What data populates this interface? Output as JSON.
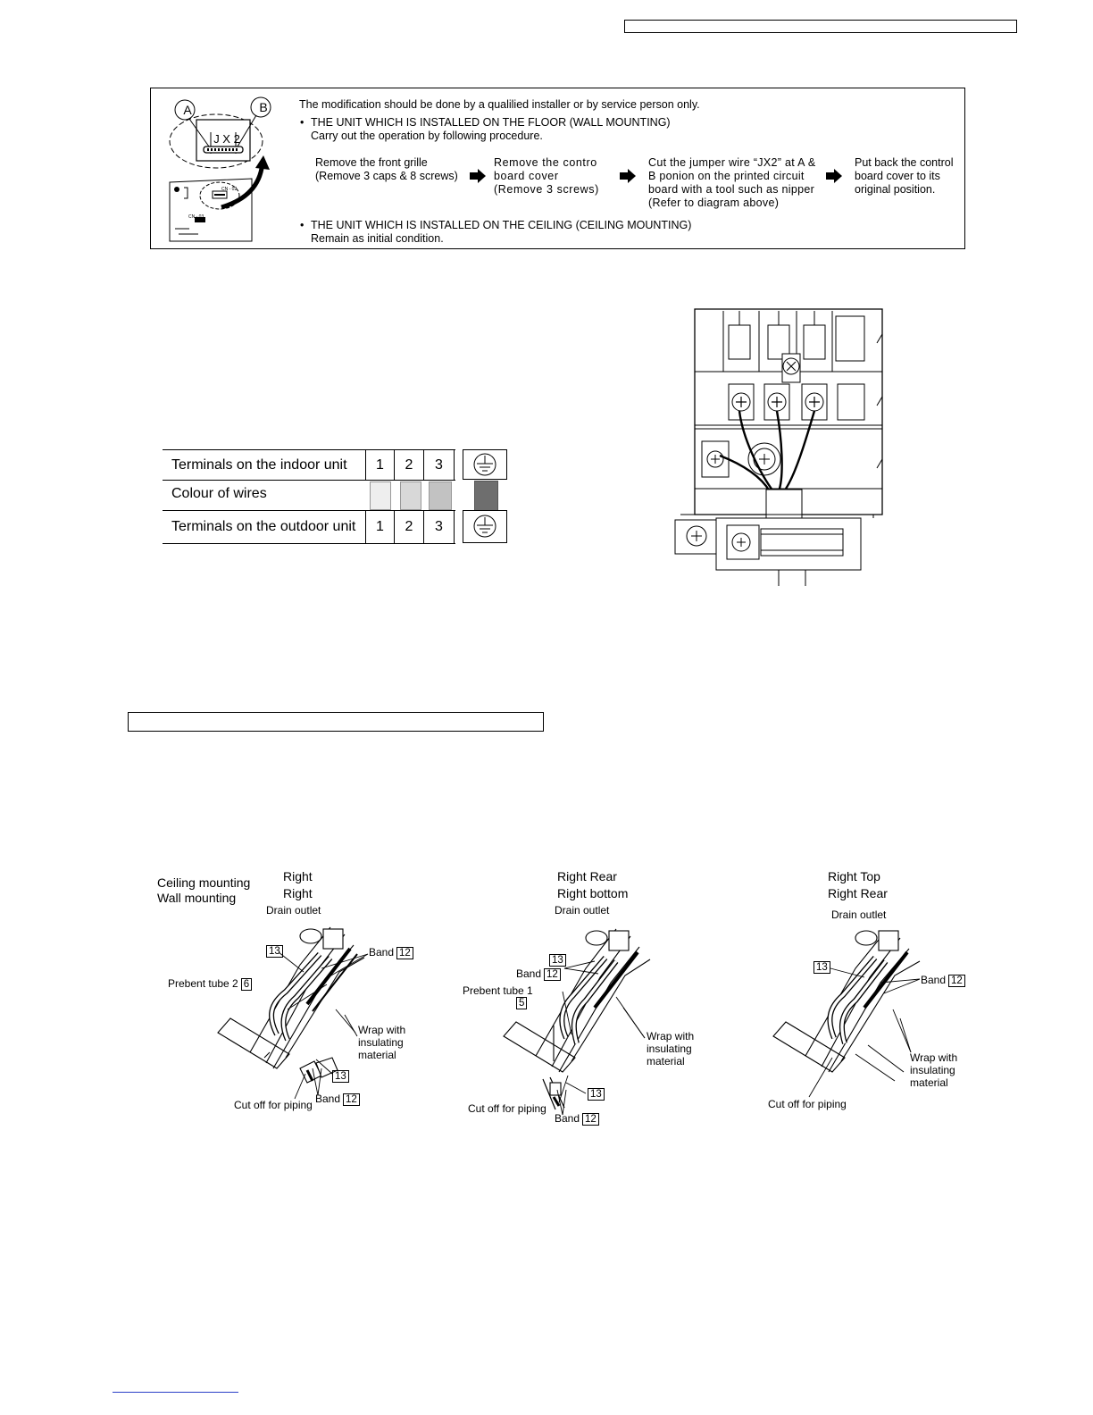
{
  "modification": {
    "intro": "The modification should be done by a qualilied installer or by service person only.",
    "floor_heading": "THE UNIT WHICH IS INSTALLED ON THE FLOOR (WALL MOUNTING)",
    "floor_sub": "Carry out the operation by following procedure.",
    "steps": [
      [
        "Remove the front grille",
        "(Remove 3 caps & 8 screws)"
      ],
      [
        "Remove the contro",
        "board cover",
        "(Remove 3 screws)"
      ],
      [
        "Cut the jumper wire “JX2” at A &",
        "B ponion on the printed circuit",
        "board with a tool such as nipper",
        "(Refer to diagram above)"
      ],
      [
        "Put back the control",
        "board cover to its",
        "original position."
      ]
    ],
    "ceiling_heading": "THE UNIT WHICH IS INSTALLED ON THE CEILING (CEILING MOUNTING)",
    "ceiling_sub": "Remain as initial condition.",
    "bullet": "•",
    "diagram": {
      "label_a": "A",
      "label_b": "B",
      "jumper": "J X 2",
      "pcb_cn1": "CN - 02",
      "pcb_cn2": "CN - 03"
    }
  },
  "terminal_table": {
    "row_indoor": "Terminals on the indoor unit",
    "row_colour": "Colour of wires",
    "row_outdoor": "Terminals on the outdoor unit",
    "numbers": [
      "1",
      "2",
      "3"
    ],
    "wire_colors": [
      "#eeeeee",
      "#d8d8d8",
      "#c2c2c2"
    ],
    "earth_color": "#6e6e6e"
  },
  "piping": {
    "ceiling_label": "Ceiling mounting",
    "wall_label": "Wall mounting",
    "panels": [
      {
        "ceiling_dir": "Right",
        "wall_dir": "Right"
      },
      {
        "ceiling_dir": "Right Rear",
        "wall_dir": "Right bottom"
      },
      {
        "ceiling_dir": "Right Top",
        "wall_dir": "Right Rear"
      }
    ],
    "labels": {
      "drain_outlet": "Drain outlet",
      "band": "Band",
      "band_no": "12",
      "item13": "13",
      "prebent2": "Prebent tube 2",
      "prebent2_no": "6",
      "prebent1": "Prebent tube 1",
      "prebent1_no": "5",
      "wrap1": "Wrap with",
      "wrap2": "insulating",
      "wrap3": "material",
      "cut_off": "Cut off for piping"
    }
  }
}
